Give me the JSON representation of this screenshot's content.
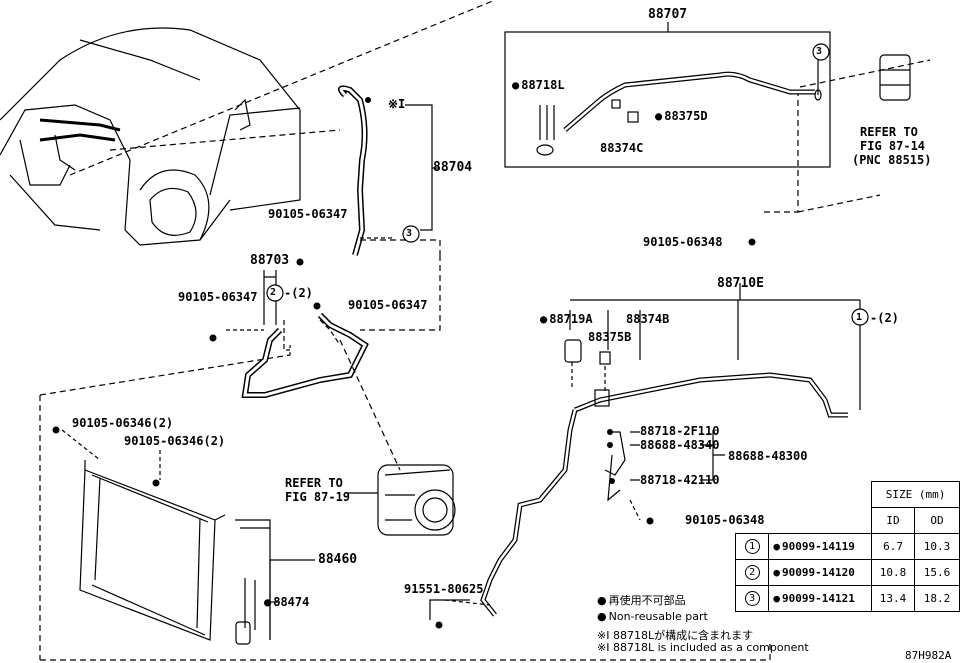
{
  "labels": {
    "p88707": "88707",
    "p88718L": "88718L",
    "p88375D": "88375D",
    "p88374C": "88374C",
    "circle3_top": "3",
    "refer_1": "REFER TO",
    "refer_2": "FIG 87-14",
    "refer_3": "(PNC 88515)",
    "note_i": "※I",
    "p88704": "88704",
    "bolt_88704": "90105-06347",
    "circle3_hose": "3",
    "p88703": "88703",
    "circle2": "2",
    "circle2_suffix": "-(2)",
    "bolt_88703_left": "90105-06347",
    "bolt_88703_right": "90105-06347",
    "bolt_pipe_top": "90105-06348",
    "p88710E": "88710E",
    "p88719A": "88719A",
    "p88374B": "88374B",
    "p88375B": "88375B",
    "circle1": "1",
    "circle1_suffix": "-(2)",
    "p88718_2F110": "88718-2F110",
    "p88688_48340": "88688-48340",
    "p88688_48300": "88688-48300",
    "p88718_42110": "88718-42110",
    "bolt_bracket": "90105-06348",
    "bolt_cond_1": "90105-06346(2)",
    "bolt_cond_2": "90105-06346(2)",
    "refer_comp_1": "REFER TO",
    "refer_comp_2": "FIG 87-19",
    "p88460": "88460",
    "p88474": "88474",
    "p91551": "91551-80625",
    "figure_id": "87H982A"
  },
  "legend": {
    "line1": "再使用不可部品",
    "line2": "Non-reusable part",
    "line3": "※I 88718Lが構成に含まれます",
    "line4": "※I 88718L is included as a component"
  },
  "size_table": {
    "header_size": "SIZE (mm)",
    "col_id": "ID",
    "col_od": "OD",
    "rows": [
      {
        "mark": "1",
        "part": "90099-14119",
        "id": "6.7",
        "od": "10.3"
      },
      {
        "mark": "2",
        "part": "90099-14120",
        "id": "10.8",
        "od": "15.6"
      },
      {
        "mark": "3",
        "part": "90099-14121",
        "id": "13.4",
        "od": "18.2"
      }
    ]
  }
}
